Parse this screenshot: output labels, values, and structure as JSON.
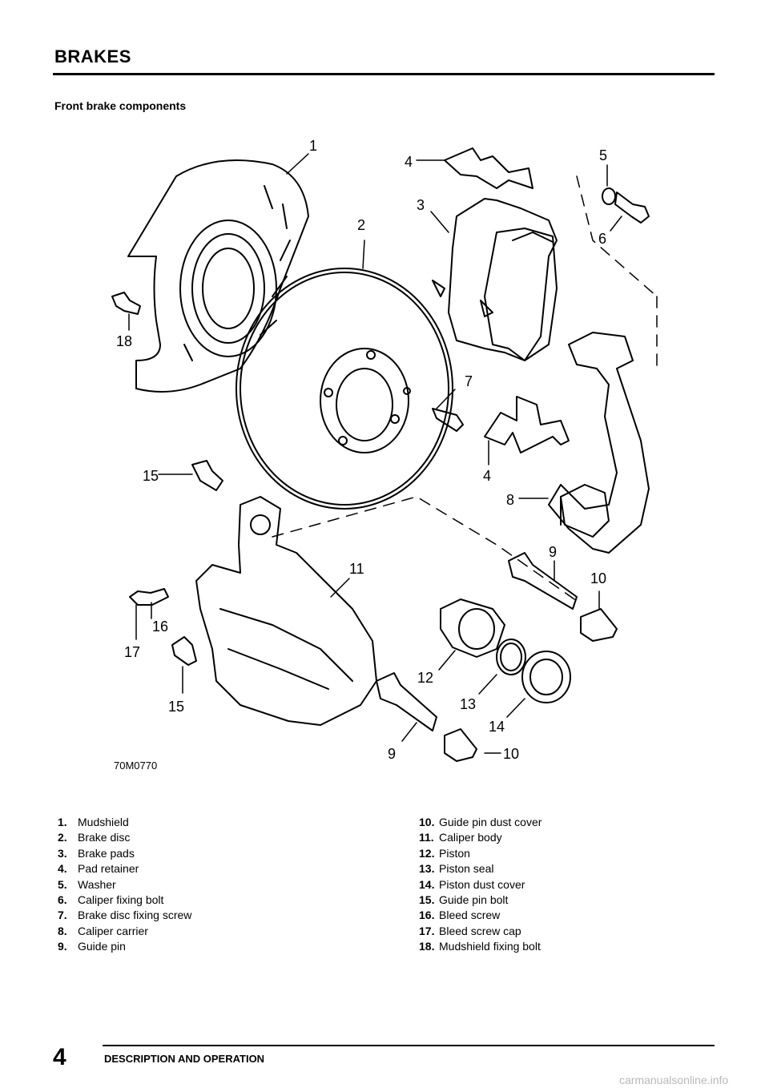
{
  "header": {
    "title": "BRAKES"
  },
  "section": {
    "title": "Front brake components"
  },
  "diagram": {
    "figure_ref": "70M0770",
    "callouts": [
      "1",
      "2",
      "3",
      "4",
      "5",
      "6",
      "18",
      "7",
      "4",
      "15",
      "8",
      "9",
      "11",
      "10",
      "16",
      "17",
      "12",
      "13",
      "15",
      "14",
      "9",
      "10"
    ]
  },
  "legend": {
    "left": [
      {
        "num": "1.",
        "label": "Mudshield"
      },
      {
        "num": "2.",
        "label": "Brake disc"
      },
      {
        "num": "3.",
        "label": "Brake pads"
      },
      {
        "num": "4.",
        "label": "Pad retainer"
      },
      {
        "num": "5.",
        "label": "Washer"
      },
      {
        "num": "6.",
        "label": "Caliper fixing bolt"
      },
      {
        "num": "7.",
        "label": "Brake disc fixing screw"
      },
      {
        "num": "8.",
        "label": "Caliper carrier"
      },
      {
        "num": "9.",
        "label": "Guide pin"
      }
    ],
    "right": [
      {
        "num": "10.",
        "label": "Guide pin dust cover"
      },
      {
        "num": "11.",
        "label": "Caliper body"
      },
      {
        "num": "12.",
        "label": "Piston"
      },
      {
        "num": "13.",
        "label": "Piston seal"
      },
      {
        "num": "14.",
        "label": "Piston dust cover"
      },
      {
        "num": "15.",
        "label": "Guide pin bolt"
      },
      {
        "num": "16.",
        "label": "Bleed screw"
      },
      {
        "num": "17.",
        "label": "Bleed screw cap"
      },
      {
        "num": "18.",
        "label": "Mudshield fixing bolt"
      }
    ]
  },
  "footer": {
    "page_number": "4",
    "title": "DESCRIPTION AND OPERATION",
    "watermark": "carmanualsonline.info"
  }
}
